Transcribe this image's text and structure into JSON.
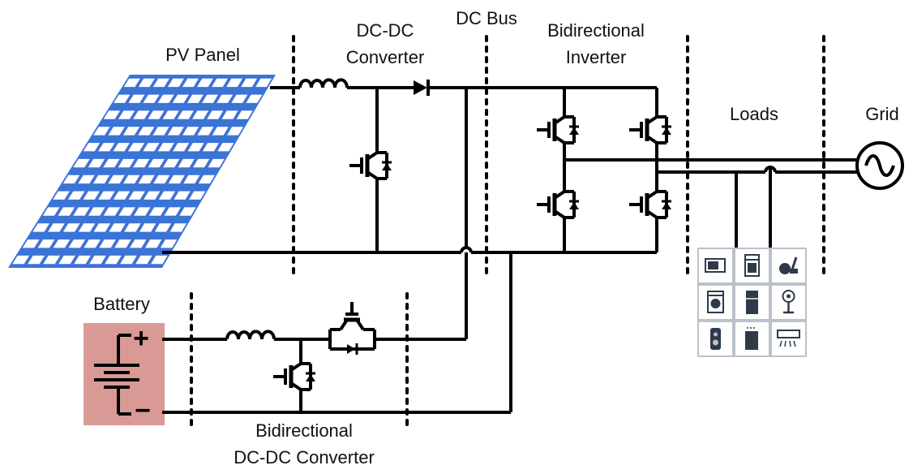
{
  "labels": {
    "pv_panel": "PV Panel",
    "dcdc_line1": "DC-DC",
    "dcdc_line2": "Converter",
    "dc_bus": "DC Bus",
    "inverter_line1": "Bidirectional",
    "inverter_line2": "Inverter",
    "loads": "Loads",
    "grid": "Grid",
    "battery": "Battery",
    "bidir_dcdc_line1": "Bidirectional",
    "bidir_dcdc_line2": "DC-DC Converter"
  },
  "battery_terminals": {
    "positive": "+",
    "negative": "−"
  },
  "colors": {
    "pv_panel": "#3b74d6",
    "battery_fill": "#d99a96",
    "wire": "#000000",
    "loads_panel": "#b9c2cb"
  },
  "load_icons": [
    "microwave-icon",
    "dishwasher-icon",
    "vacuum-icon",
    "washing-machine-icon",
    "refrigerator-icon",
    "fan-icon",
    "speaker-icon",
    "water-heater-icon",
    "air-conditioner-icon"
  ]
}
